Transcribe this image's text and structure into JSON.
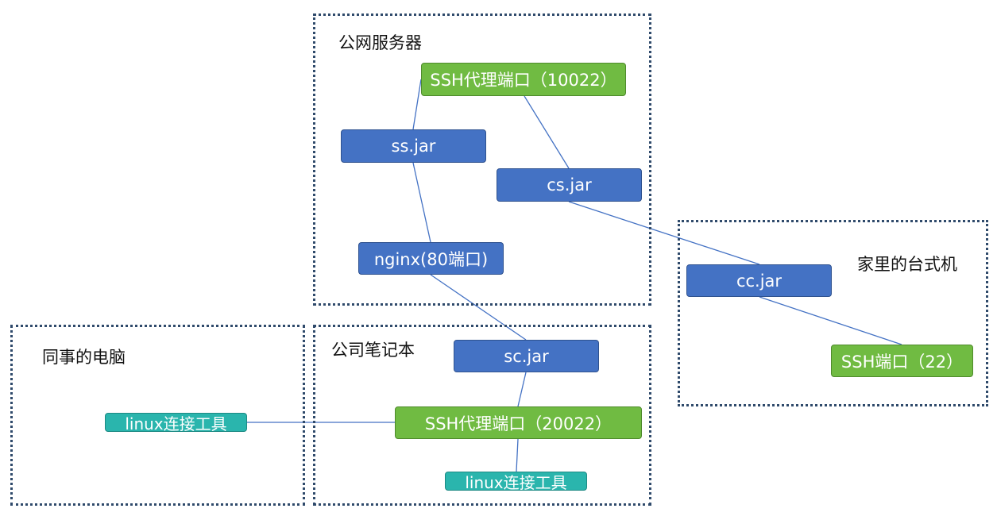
{
  "groups": {
    "public_server": "公网服务器",
    "home_desktop": "家里的台式机",
    "colleague_pc": "同事的电脑",
    "company_laptop": "公司笔记本"
  },
  "nodes": {
    "ssh_proxy_10022": "SSH代理端口（10022）",
    "ss_jar": "ss.jar",
    "cs_jar": "cs.jar",
    "nginx": "nginx(80端口)",
    "cc_jar": "cc.jar",
    "ssh_22": "SSH端口（22）",
    "sc_jar": "sc.jar",
    "ssh_proxy_20022": "SSH代理端口（20022）",
    "linux_tool_colleague": "linux连接工具",
    "linux_tool_laptop": "linux连接工具"
  },
  "colors": {
    "group_border": "#2f4a6b",
    "blue_node": "#4472c4",
    "green_node": "#70bb42",
    "teal_node": "#2ab5ad",
    "connector": "#4472c4"
  }
}
